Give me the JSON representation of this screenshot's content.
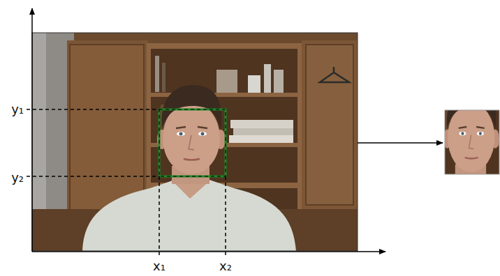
{
  "diagram": {
    "labels": [
      "y₁",
      "y₂",
      "x₁",
      "x₂"
    ]
  }
}
